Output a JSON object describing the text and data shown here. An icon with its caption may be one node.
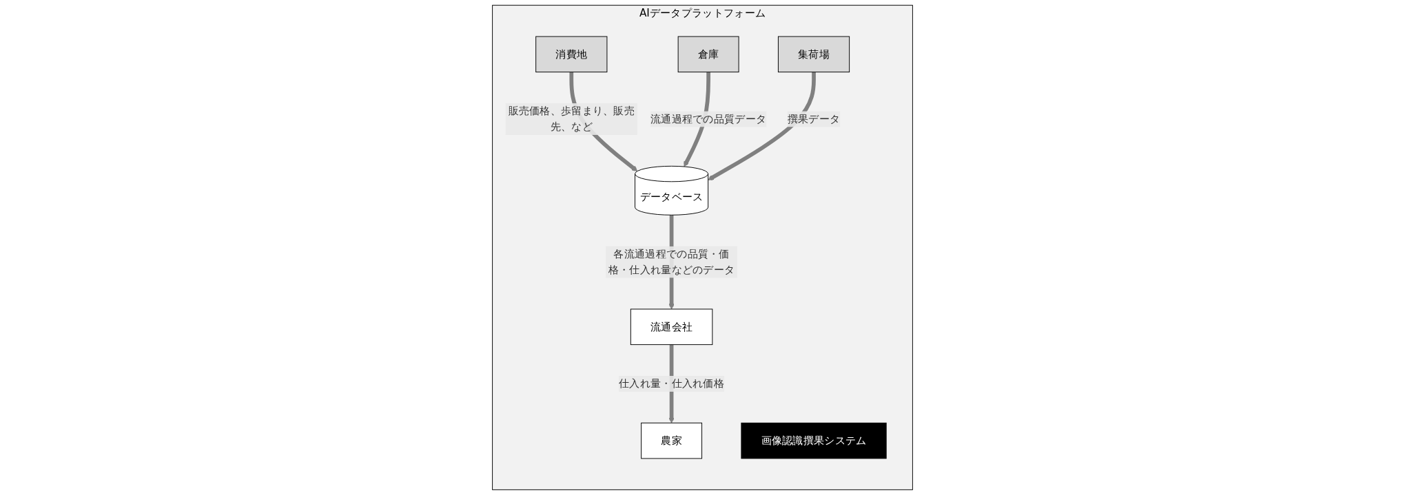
{
  "diagram": {
    "nodes": [
      {
        "text": [
          "AIデータプラットフォーム"
        ]
      },
      {
        "text": [
          "流通会社"
        ],
        "in": 0
      },
      {
        "text": [
          "農家"
        ],
        "in": 0
      },
      {
        "text": [
          "消費地"
        ],
        "in": 0
      },
      {
        "text": [
          "倉庫"
        ],
        "in": 0
      },
      {
        "text": [
          "集荷場"
        ],
        "in": 0
      },
      {
        "text": [
          "画像認識撰果システム"
        ],
        "in": 0
      },
      {
        "text": [
          "データベース"
        ],
        "in": 0
      }
    ],
    "edges": [
      {
        "from": 7,
        "to": 1,
        "arrow": "to",
        "label": "各流通過程での品質・価格・仕入れ量などのデータ"
      },
      {
        "from": 1,
        "to": 2,
        "arrow": "to",
        "label": "仕入れ量・仕入れ価格"
      },
      {
        "from": 3,
        "to": 7,
        "arrow": "to",
        "label": "販売価格、歩留まり、販売先、など"
      },
      {
        "from": 4,
        "to": 7,
        "arrow": "to",
        "label": "流通過程での品質データ"
      },
      {
        "from": 5,
        "to": 7,
        "arrow": "to",
        "label": "撰果データ"
      }
    ]
  }
}
